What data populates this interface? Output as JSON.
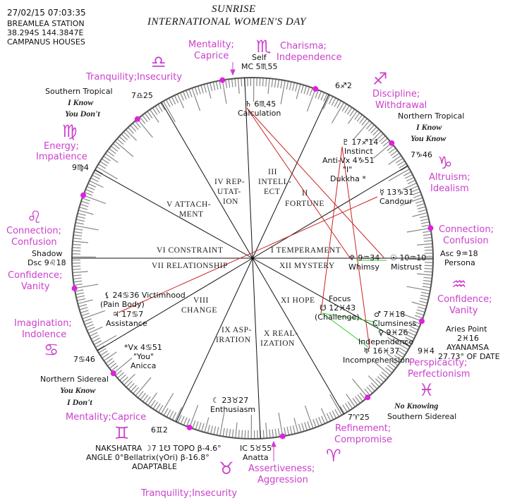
{
  "header": {
    "datetime": "27/02/15  07:03:35",
    "location": "BREAMLEA STATION",
    "coords": "38.294S  144.3847E",
    "house_system": "CAMPANUS HOUSES"
  },
  "title": {
    "line1": "SUNRISE",
    "line2": "INTERNATIONAL WOMEN'S DAY"
  },
  "colors": {
    "accent": "#cc3fcc",
    "aspect_red": "#cc2222",
    "aspect_green": "#33cc33",
    "ring": "#555555"
  },
  "signs": {
    "scorpio": "♏︎",
    "libra": "♎︎",
    "sagittarius": "♐︎",
    "virgo": "♍︎",
    "capricorn": "♑︎",
    "leo": "♌︎",
    "aquarius": "♒︎",
    "cancer": "♋︎",
    "pisces": "♓︎",
    "gemini": "♊︎",
    "aries": "♈︎",
    "taurus": "♉︎"
  },
  "qualities": {
    "mc_a": "Mentality;",
    "mc_b": "Caprice",
    "sco_a": "Charisma;",
    "sco_b": "Independence",
    "lib": "Tranquility;Insecurity",
    "sag_a": "Discipline;",
    "sag_b": "Withdrawal",
    "vir_a": "Energy;",
    "vir_b": "Impatience",
    "cap_a": "Altruism;",
    "cap_b": "Idealism",
    "leo_a": "Connection;",
    "leo_b": "Confusion",
    "asc_a": "Connection;",
    "asc_b": "Confusion",
    "dsc_a": "Confidence;",
    "dsc_b": "Vanity",
    "aqu_a": "Confidence;",
    "aqu_b": "Vanity",
    "can_a": "Imagination;",
    "can_b": "Indolence",
    "pis_a": "Perspicacity;",
    "pis_b": "Perfectionism",
    "gem": "Mentality;Caprice",
    "ari_a": "Refinement;",
    "ari_b": "Compromise",
    "ic_a": "Assertiveness;",
    "ic_b": "Aggression",
    "tau": "Tranquility;Insecurity"
  },
  "cusps": {
    "mc_self": "Self",
    "mc": "MC 5♏55",
    "c11": "6♐2",
    "c9": "7♎25",
    "c12": "7♑46",
    "c8": "9♍4",
    "asc": "Asc 9♒18",
    "asc_word": "Persona",
    "dsc_word": "Shadow",
    "dsc": "Dsc 9♌18",
    "c2": "9♓4",
    "c2b": "7♋46",
    "c3": "7♈25",
    "c5": "6♊2",
    "ic": "IC 5♉55",
    "ic_word": "Anatta"
  },
  "quadrants": {
    "st": "Southern Tropical",
    "st1": "I Know",
    "st2": "You Don't",
    "nt": "Northern Tropical",
    "nt1": "I Know",
    "nt2": "You Know",
    "ns": "Northern Sidereal",
    "ns1": "You Know",
    "ns2": "I Don't",
    "ss1": "No Knowing",
    "ss": "Southern Sidereal"
  },
  "planets": {
    "saturn": "♄ 6♏45",
    "saturn_word": "Calculation",
    "pluto": "♇ 17♐14",
    "pluto_word": "Instinct",
    "antivx": "Anti-Vx 4♑51",
    "antivx_word": "\"I\"",
    "antivx_word2": "Dukkha *",
    "mercury": "☿ 13♑31",
    "mercury_word": "Candour",
    "neptune": "♆ 9♒34",
    "neptune_word": "Whimsy",
    "sun": "☉ 10♒10",
    "sun_word": "Mistrust",
    "lilith": "⚸ 24♋36 Victimhood",
    "lilith_word": "(Pain Body)",
    "jupiter": "♃ 17♋7",
    "jupiter_word": "Assistance",
    "node_word": "Focus",
    "node": "☋ 12♓43",
    "node_word2": "(Challenge)",
    "mars": "♂ 7♓18",
    "mars_word": "Clumsiness",
    "venus": "♀ 9♓26",
    "venus_word": "Independence",
    "uranus": "♅ 16♓37",
    "uranus_word": "Incomprehension",
    "vx": "*Vx 4♋51",
    "vx_word": "\"You\"",
    "vx_word2": "Anicca",
    "moon": "☾ 23♉27",
    "moon_word": "Enthusiasm"
  },
  "aries_point": {
    "label": "Aries Point",
    "value": "2♓16",
    "ayanamsa": "AYANAMSA",
    "ayanamsa_value": "27.73° OF DATE"
  },
  "nakshatra": {
    "line1": "NAKSHATRA ☽7 1☋ TOPO β-4.6°",
    "line2": "ANGLE 0°Bellatrix(γOri) β-16.8°",
    "line3": "ADAPTABLE"
  },
  "houses": {
    "h1": "I TEMPERAMENT",
    "h2a": "II",
    "h2b": "FORTUNE",
    "h3a": "III",
    "h3b": "INTELL-",
    "h3c": "ECT",
    "h4a": "IV REP-",
    "h4b": "UTAT-",
    "h4c": "ION",
    "h5a": "V ATTACH-",
    "h5b": "MENT",
    "h6": "VI CONSTRAINT",
    "h7": "VII RELATIONSHIP",
    "h8a": "VIII",
    "h8b": "CHANGE",
    "h9a": "IX ASP-",
    "h9b": "IRATION",
    "h10a": "X REAL-",
    "h10b": "IZATION",
    "h11": "XI HOPE",
    "h12": "XII MYSTERY"
  }
}
